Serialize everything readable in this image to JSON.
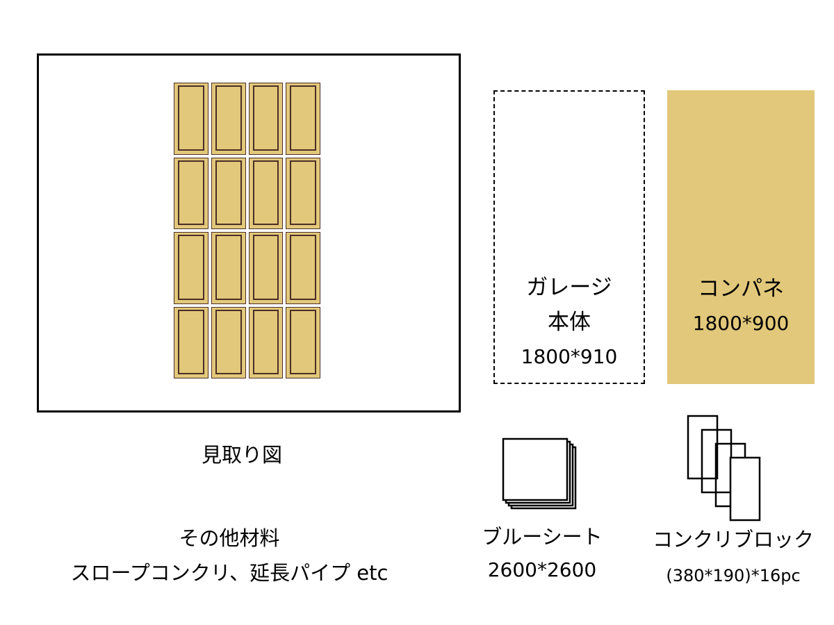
{
  "layout": {
    "caption": "見取り図",
    "panel_rows": 4,
    "panel_cols": 4,
    "panel_color": "#e2c87a",
    "panel_border_color": "#4a2e26"
  },
  "garage": {
    "name_line1": "ガレージ",
    "name_line2": "本体",
    "size": "1800*910"
  },
  "conpane": {
    "name": "コンパネ",
    "size": "1800*900",
    "color": "#e2c87a"
  },
  "blue_sheet": {
    "name": "ブルーシート",
    "size": "2600*2600"
  },
  "concrete_block": {
    "name": "コンクリブロック",
    "size": "(380*190)*16pc"
  },
  "other_materials": {
    "line1": "その他材料",
    "line2": "スロープコンクリ、延長パイプ etc"
  }
}
